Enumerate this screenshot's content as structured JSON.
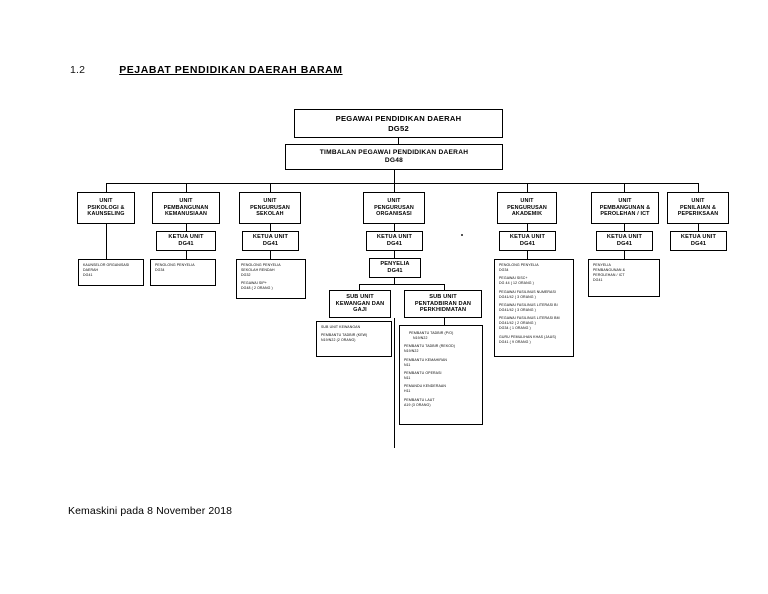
{
  "document": {
    "section_number": "1.2",
    "title": "PEJABAT PENDIDIKAN DAERAH BARAM",
    "footer": "Kemaskini pada 8 November 2018"
  },
  "chart_data": {
    "type": "diagram",
    "title": "PEJABAT PENDIDIKAN DAERAH BARAM",
    "top": {
      "head": {
        "line1": "PEGAWAI PENDIDIKAN DAERAH",
        "line2": "DG52"
      },
      "deputy": {
        "line1": "TIMBALAN PEGAWAI PENDIDIKAN DAERAH",
        "line2": "DG48"
      }
    },
    "units": [
      {
        "id": "psikologi",
        "name_lines": [
          "UNIT",
          "PSIKOLOGI &",
          "KAUNSELING"
        ],
        "ketua": null,
        "staff_lines": [
          "KAUNSELOR ORGANISASI",
          "DAERAH",
          "DG41"
        ]
      },
      {
        "id": "pembangunan-kemanusiaan",
        "name_lines": [
          "UNIT",
          "PEMBANGUNAN",
          "KEMANUSIAAN"
        ],
        "ketua": {
          "line1": "KETUA UNIT",
          "line2": "DG41"
        },
        "staff_lines": [
          "PENOLONG PENYELIA",
          "DG34"
        ]
      },
      {
        "id": "pengurusan-sekolah",
        "name_lines": [
          "UNIT",
          "PENGURUSAN",
          "SEKOLAH"
        ],
        "ketua": {
          "line1": "KETUA UNIT",
          "line2": "DG41"
        },
        "staff_groups": [
          [
            "PENOLONG PENYELIA",
            "SEKOLAH RENDAH",
            "DG32"
          ],
          [
            "PEGAWAI SIP+",
            "DG48  ( 2 ORANG )"
          ]
        ]
      },
      {
        "id": "pengurusan-organisasi",
        "name_lines": [
          "UNIT",
          "PENGURUSAN",
          "ORGANISASI"
        ],
        "ketua": {
          "line1": "KETUA UNIT",
          "line2": "DG41"
        },
        "penyelia": {
          "line1": "PENYELIA",
          "line2": "DG41"
        },
        "sub_units": [
          {
            "id": "kewangan-gaji",
            "name_lines": [
              "SUB UNIT",
              "KEWANGAN DAN",
              "GAJI"
            ],
            "staff_groups": [
              [
                "SUB UNIT KEWANGAN"
              ],
              [
                "PEMBANTU TADBIR (KEW)",
                "N19/N22 (2 ORANG)"
              ]
            ]
          },
          {
            "id": "pentadbiran-perkhidmatan",
            "name_lines": [
              "SUB UNIT",
              "PENTADBIRAN DAN",
              "PERKHIDMATAN"
            ],
            "staff_groups": [
              [
                "PEMBANTU TADBIR (P/O)",
                "N19/N22"
              ],
              [
                "PEMBANTU TADBIR (REKOD)",
                "N19/N22"
              ],
              [
                "PEMBANTU KEMAHIRAN",
                "N11"
              ],
              [
                "PEMBANTU OPERASI",
                "N11"
              ],
              [
                "PEMANDU KENDERAAN",
                "H11"
              ],
              [
                "PEMBANTU LAUT",
                "A19 (3 ORANG)"
              ]
            ]
          }
        ]
      },
      {
        "id": "pengurusan-akademik",
        "name_lines": [
          "UNIT",
          "PENGURUSAN",
          "AKADEMIK"
        ],
        "ketua": {
          "line1": "KETUA UNIT",
          "line2": "DG41"
        },
        "staff_groups": [
          [
            "PENOLONG PENYELIA",
            "DG34"
          ],
          [
            "PEGAWAI SISC+",
            "DG 44 ( 12 ORANG )"
          ],
          [
            "PEGAWAI FASILINUS NUMERASI",
            "DG41/42 ( 3 ORANG )"
          ],
          [
            "PEGAWAI FASILINUS LITERASI BI",
            "DG41/42 ( 3 ORANG )"
          ],
          [
            "PEGAWAI FASILINUS LITERASI BM",
            "DG41/42 ( 2 ORANG )",
            "DG34  ( 1 ORANG )"
          ],
          [
            "GURU PEMULIHAN KHAS (JAUS)",
            "DG41 ( 9 ORANG )"
          ]
        ]
      },
      {
        "id": "pembangunan-perolehan-ict",
        "name_lines": [
          "UNIT",
          "PEMBANGUNAN &",
          "PEROLEHAN / ICT"
        ],
        "ketua": {
          "line1": "KETUA UNIT",
          "line2": "DG41"
        },
        "staff_lines": [
          "PENYELIA",
          "PEMBANGUNAN &",
          "PEROLEHAN / ICT",
          "DG41"
        ]
      },
      {
        "id": "penilaian-peperiksaan",
        "name_lines": [
          "UNIT",
          "PENILAIAN &",
          "PEPERIKSAAN"
        ],
        "ketua": {
          "line1": "KETUA UNIT",
          "line2": "DG41"
        },
        "staff_lines": []
      }
    ]
  }
}
